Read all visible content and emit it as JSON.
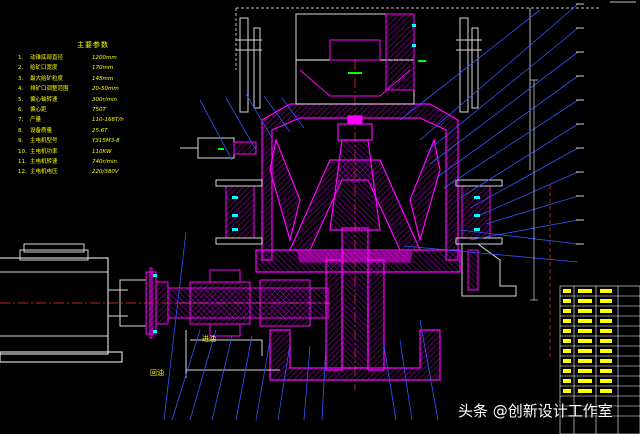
{
  "spec_table": {
    "title": "主要参数",
    "rows": [
      {
        "no": "1.",
        "label": "动锥底部直径",
        "value": "1200mm"
      },
      {
        "no": "2.",
        "label": "给矿口宽度",
        "value": "170mm"
      },
      {
        "no": "3.",
        "label": "最大给矿粒度",
        "value": "145mm"
      },
      {
        "no": "4.",
        "label": "排矿口调整范围",
        "value": "20-50mm"
      },
      {
        "no": "5.",
        "label": "偏心轴转速",
        "value": "300r/min"
      },
      {
        "no": "6.",
        "label": "偏心距",
        "value": "750T"
      },
      {
        "no": "7.",
        "label": "产量",
        "value": "110-168T/h"
      },
      {
        "no": "8.",
        "label": "设备质量",
        "value": "25.6T"
      },
      {
        "no": "9.",
        "label": "主电机型号",
        "value": "Y315M3-8"
      },
      {
        "no": "10.",
        "label": "主电机功率",
        "value": "110KW"
      },
      {
        "no": "11.",
        "label": "主电机转速",
        "value": "740r/min"
      },
      {
        "no": "12.",
        "label": "主电机电压",
        "value": "220/380V"
      }
    ]
  },
  "labels": {
    "oil_in": "进油",
    "oil_out": "回油"
  },
  "watermark": "头条 @创新设计工作室",
  "colors": {
    "background": "#000000",
    "section_outline": "#ff00ff",
    "hatch": "#9900aa",
    "leader_lines": "#3355ff",
    "text": "#ffff00",
    "frame": "#ffffff",
    "centerline": "#ff3333",
    "machine_body": "#d8d8d8",
    "accent_green": "#00ff00"
  }
}
